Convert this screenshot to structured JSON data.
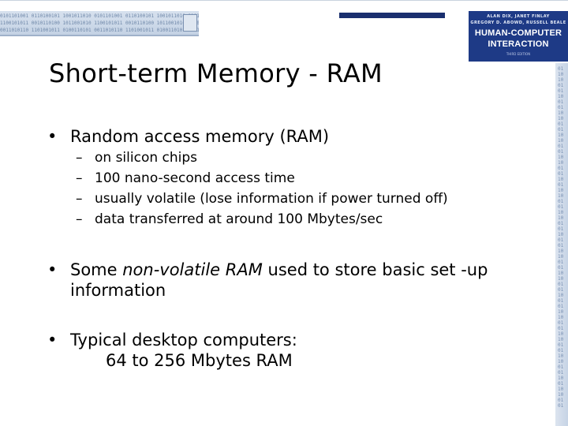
{
  "slide": {
    "title": "Short-term Memory - RAM",
    "bullets": [
      {
        "text": "Random access memory (RAM)",
        "subitems": [
          "on silicon chips",
          "100 nano-second access time",
          "usually volatile (lose information if power turned off)",
          "data transferred at around 100 Mbytes/sec"
        ]
      },
      {
        "prefix": "Some ",
        "emphasis": "non-volatile RAM",
        "suffix": " used to store basic set -up information"
      },
      {
        "line1": "Typical desktop computers:",
        "line2": "64 to 256 Mbytes RAM"
      }
    ],
    "bullet_glyph": "•",
    "dash_glyph": "–"
  },
  "book_cover": {
    "authors_line1": "ALAN DIX, JANET FINLAY",
    "authors_line2": "GREGORY D. ABOWD, RUSSELL BEALE",
    "title_line1": "HUMAN-COMPUTER",
    "title_line2": "INTERACTION",
    "edition": "THIRD EDITION"
  },
  "colors": {
    "cover_blue": "#1e3a86",
    "dark_bar": "#1a2f6e",
    "strip_blue": "#c4d2e4"
  }
}
